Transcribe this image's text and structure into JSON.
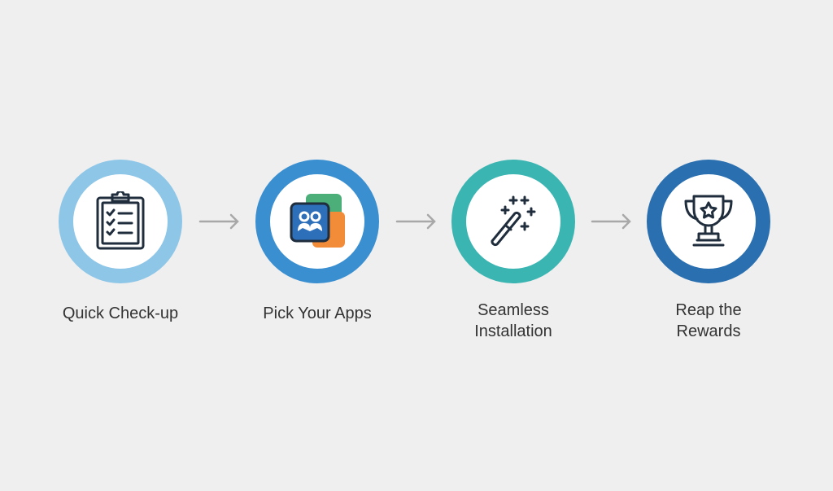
{
  "steps": [
    {
      "label": "Quick Check-up",
      "icon": "clipboard-checklist-icon",
      "ring_color": "#8ec6e8"
    },
    {
      "label": "Pick Your Apps",
      "icon": "app-stack-icon",
      "ring_color": "#3a8fd1"
    },
    {
      "label": "Seamless Installation",
      "icon": "magic-wand-icon",
      "ring_color": "#3ab5b2"
    },
    {
      "label": "Reap the Rewards",
      "icon": "trophy-icon",
      "ring_color": "#2a6fb0"
    }
  ],
  "colors": {
    "background": "#efefef",
    "icon_stroke": "#1f2d3d",
    "arrow": "#a8a8a8",
    "app_green": "#4caf7a",
    "app_orange": "#f28c38",
    "app_blue": "#2e6fba"
  }
}
